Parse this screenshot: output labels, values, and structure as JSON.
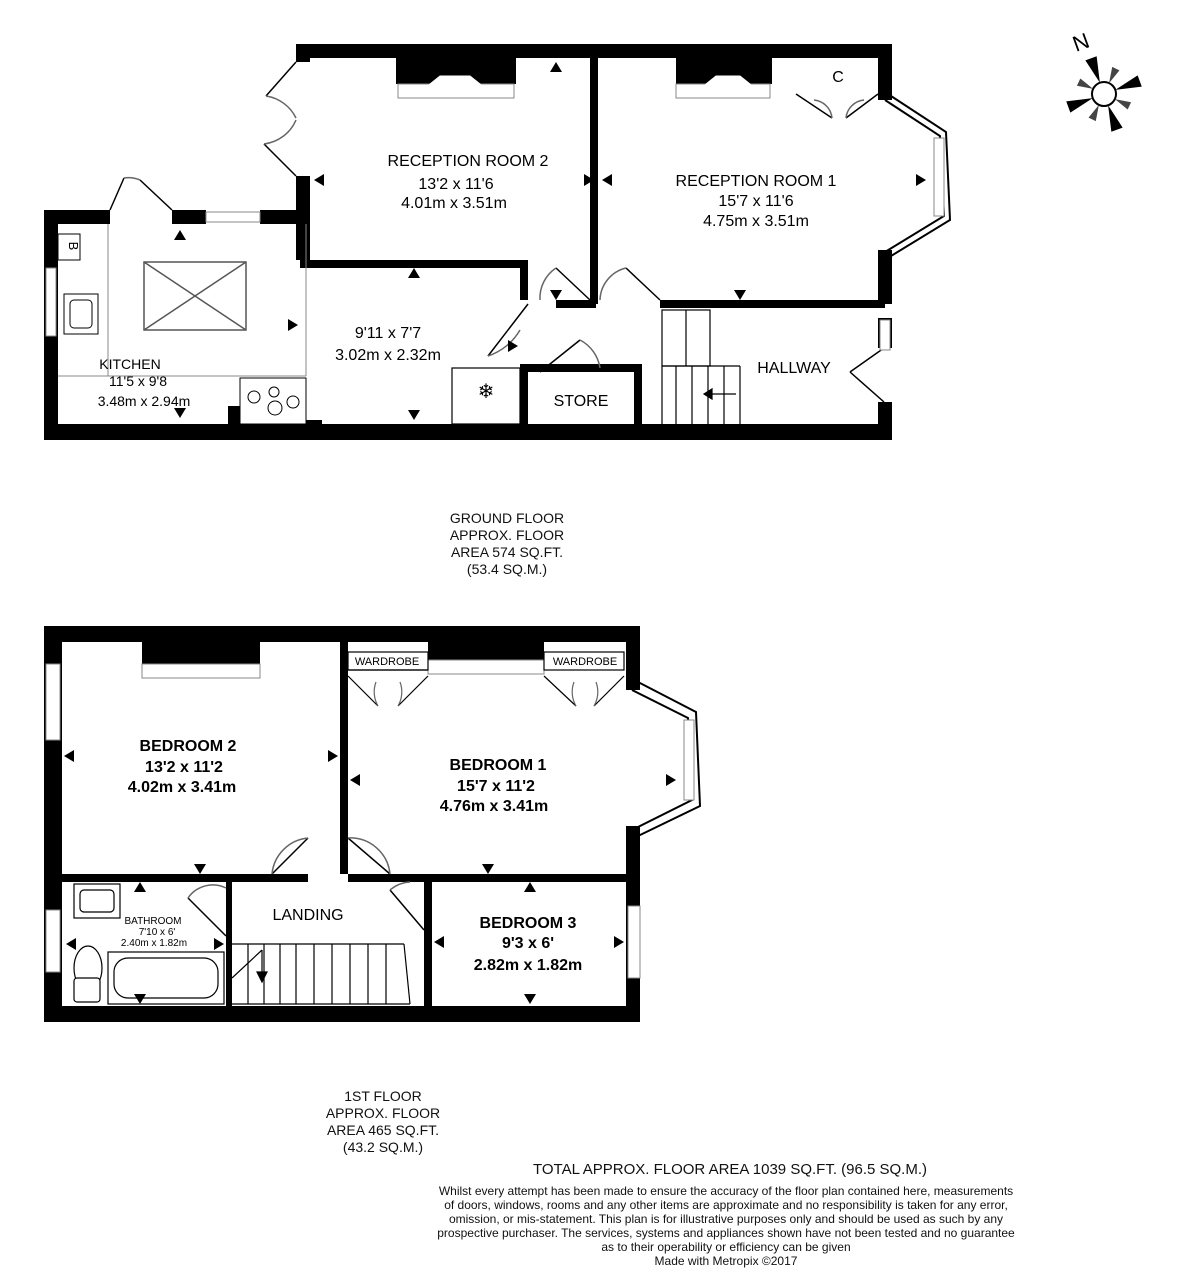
{
  "compass": {
    "north_letter": "N"
  },
  "ground_floor": {
    "reception2": {
      "name": "RECEPTION ROOM 2",
      "imperial": "13'2 x 11'6",
      "metric": "4.01m x 3.51m"
    },
    "reception1": {
      "name": "RECEPTION ROOM 1",
      "imperial": "15'7 x 11'6",
      "metric": "4.75m x 3.51m"
    },
    "cupboard": "C",
    "boiler": "B",
    "kitchen": {
      "name": "KITCHEN",
      "imperial": "11'5 x 9'8",
      "metric": "3.48m x 2.94m"
    },
    "dining": {
      "imperial": "9'11 x 7'7",
      "metric": "3.02m x 2.32m"
    },
    "store": "STORE",
    "hallway": "HALLWAY",
    "area": [
      "GROUND FLOOR",
      "APPROX. FLOOR",
      "AREA 574 SQ.FT.",
      "(53.4 SQ.M.)"
    ]
  },
  "first_floor": {
    "bedroom2": {
      "name": "BEDROOM 2",
      "imperial": "13'2 x 11'2",
      "metric": "4.02m x 3.41m"
    },
    "bedroom1": {
      "name": "BEDROOM 1",
      "imperial": "15'7 x 11'2",
      "metric": "4.76m x 3.41m"
    },
    "wardrobe_left": "WARDROBE",
    "wardrobe_right": "WARDROBE",
    "bathroom": {
      "name": "BATHROOM",
      "imperial": "7'10 x 6'",
      "metric": "2.40m x 1.82m"
    },
    "landing": "LANDING",
    "bedroom3": {
      "name": "BEDROOM 3",
      "imperial": "9'3 x 6'",
      "metric": "2.82m x 1.82m"
    },
    "area": [
      "1ST FLOOR",
      "APPROX. FLOOR",
      "AREA 465 SQ.FT.",
      "(43.2 SQ.M.)"
    ]
  },
  "total": "TOTAL APPROX. FLOOR AREA 1039 SQ.FT. (96.5 SQ.M.)",
  "disclaimer": [
    "Whilst every attempt has been made to ensure the accuracy of the floor plan contained here, measurements",
    "of doors, windows, rooms and any other items are approximate and no responsibility is taken for any error,",
    "omission, or mis-statement. This plan is for illustrative purposes only and should be used as such by any",
    "prospective purchaser. The services, systems and appliances shown have not been tested and no guarantee",
    "as to their operability or efficiency can be given",
    "Made with Metropix ©2017"
  ],
  "colors": {
    "wall": "#000000",
    "fixture": "#888888",
    "background": "#ffffff"
  }
}
